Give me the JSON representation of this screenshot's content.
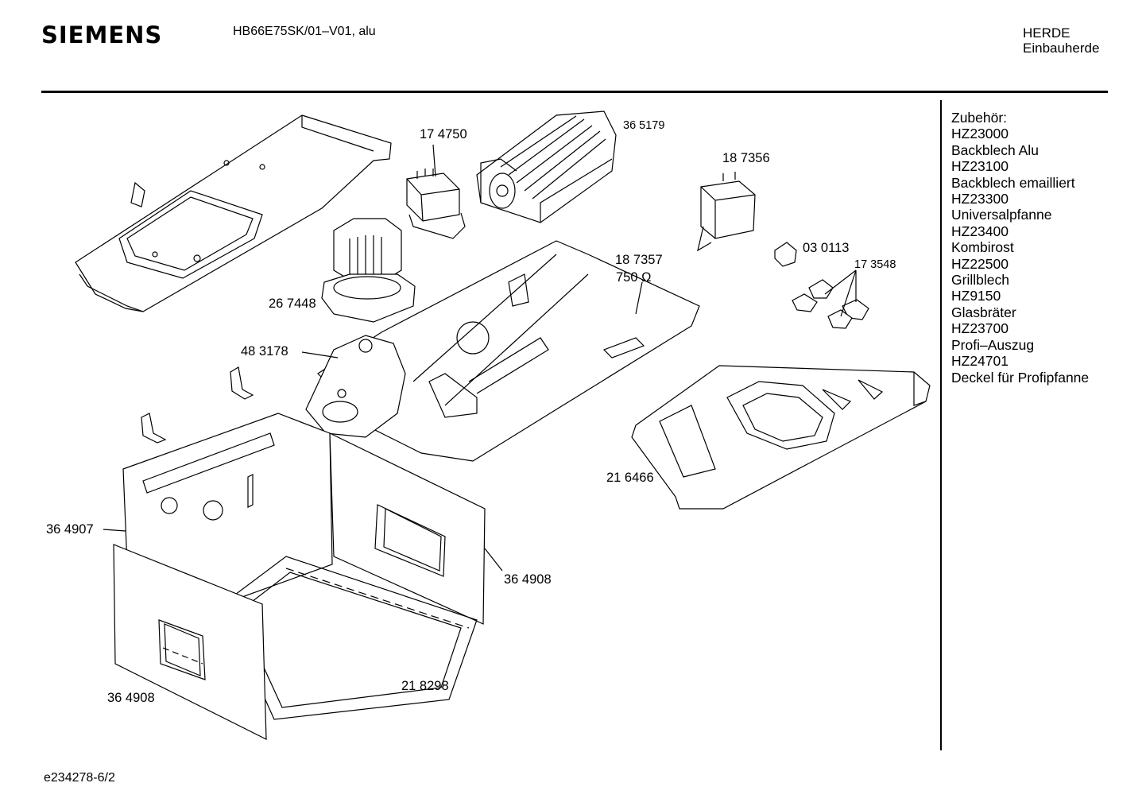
{
  "header": {
    "brand": "SIEMENS",
    "model": "HB66E75SK/01–V01, alu",
    "category": "HERDE",
    "subcategory": "Einbauherde"
  },
  "accessories": {
    "title": "Zubehör:",
    "items": [
      {
        "code": "HZ23000",
        "name": "Backblech Alu"
      },
      {
        "code": "HZ23100",
        "name": "Backblech emailliert"
      },
      {
        "code": "HZ23300",
        "name": "Universalpfanne"
      },
      {
        "code": "HZ23400",
        "name": "Kombirost"
      },
      {
        "code": "HZ22500",
        "name": "Grillblech"
      },
      {
        "code": "HZ9150",
        "name": "Glasbräter"
      },
      {
        "code": "HZ23700",
        "name": "Profi–Auszug"
      },
      {
        "code": "HZ24701",
        "name": "Deckel für Profipfanne"
      }
    ]
  },
  "parts": {
    "p174750": "17 4750",
    "p365179": "36 5179",
    "p187356": "18 7356",
    "p030113": "03  0113",
    "p173548": "17 3548",
    "p187357": "18 7357",
    "p187357_value": "750 Ω",
    "p267448": "26 7448",
    "p483178": "48 3178",
    "p216466": "21 6466",
    "p364907": "36 4907",
    "p364908_right": "36 4908",
    "p364908_left": "36 4908",
    "p218298": "21 8298"
  },
  "footer": {
    "doc_id": "e234278-6/2"
  }
}
